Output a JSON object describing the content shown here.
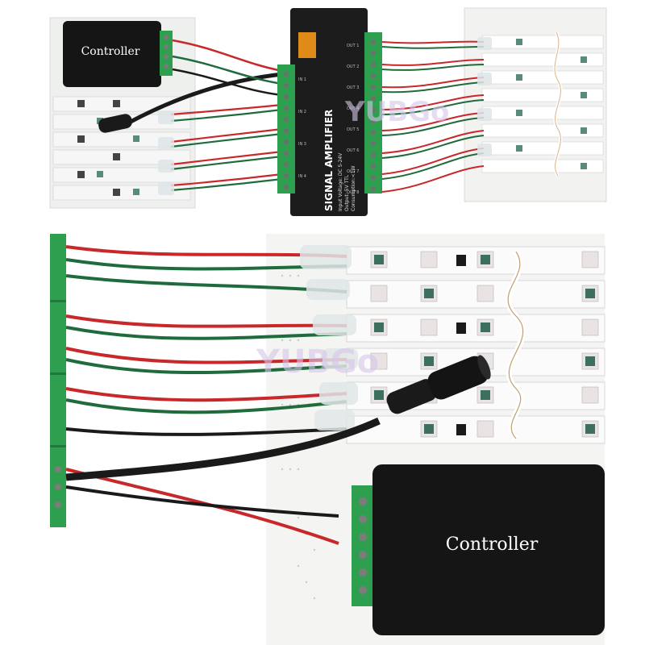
{
  "top_photo": {
    "controller_label": "Controller",
    "amplifier": {
      "title": "SIGNAL AMPLIFIER",
      "specs": [
        "Input Voltage: DC 5-24V",
        "Output: 5V TTL",
        "Consumption:<1W"
      ],
      "inputs": [
        "IN 1",
        "IN 2",
        "IN 3",
        "IN 4"
      ],
      "outputs": [
        "OUT 1",
        "OUT 2",
        "OUT 3",
        "OUT 4",
        "OUT 5",
        "OUT 6",
        "OUT 7",
        "OUT 8"
      ]
    },
    "watermark": "YUBGo"
  },
  "bottom_photo": {
    "controller_label": "Controller",
    "watermark": "YUBGo"
  },
  "colors": {
    "terminal_green": "#2e9e4f",
    "controller_black": "#151515",
    "wire_red": "#c8282a",
    "wire_green": "#1f6b3c",
    "wire_black": "#1a1a1a",
    "pcb_white": "#f2f2f0"
  }
}
